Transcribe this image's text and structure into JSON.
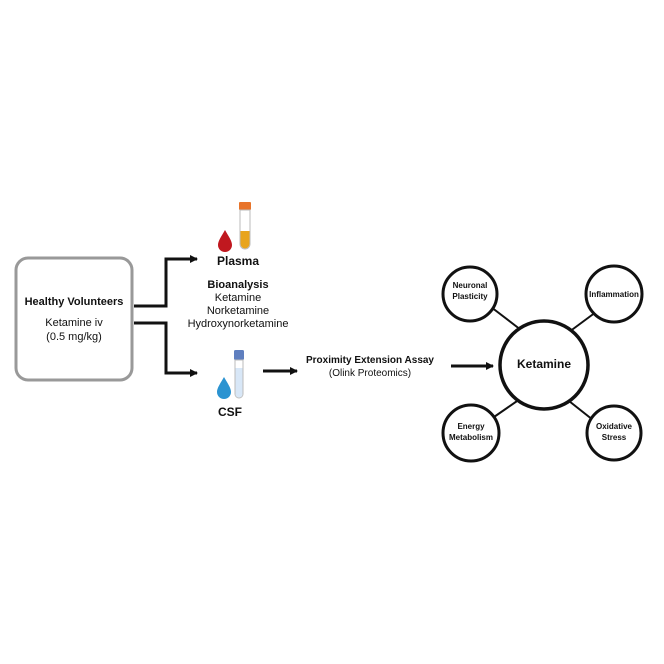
{
  "volunteers_box": {
    "title": "Healthy Volunteers",
    "line1": "Ketamine iv",
    "line2": "(0.5 mg/kg)"
  },
  "plasma": {
    "label": "Plasma"
  },
  "bioanalysis": {
    "title": "Bioanalysis",
    "items": [
      "Ketamine",
      "Norketamine",
      "Hydroxynorketamine"
    ]
  },
  "csf": {
    "label": "CSF"
  },
  "assay": {
    "title": "Proximity Extension Assay",
    "subtitle": "(Olink Proteomics)"
  },
  "network": {
    "center": "Ketamine",
    "nodes": {
      "neuronal_plasticity": [
        "Neuronal",
        "Plasticity"
      ],
      "inflammation": [
        "Inflammation"
      ],
      "energy_metabolism": [
        "Energy",
        "Metabolism"
      ],
      "oxidative_stress": [
        "Oxidative",
        "Stress"
      ]
    }
  },
  "colors": {
    "blood_drop": "#c0181f",
    "csf_drop": "#2b93d1",
    "plasma_cap": "#e8742a",
    "plasma_fill": "#e8a41c",
    "csf_cap": "#5f7fbf",
    "box_border": "#999999"
  }
}
